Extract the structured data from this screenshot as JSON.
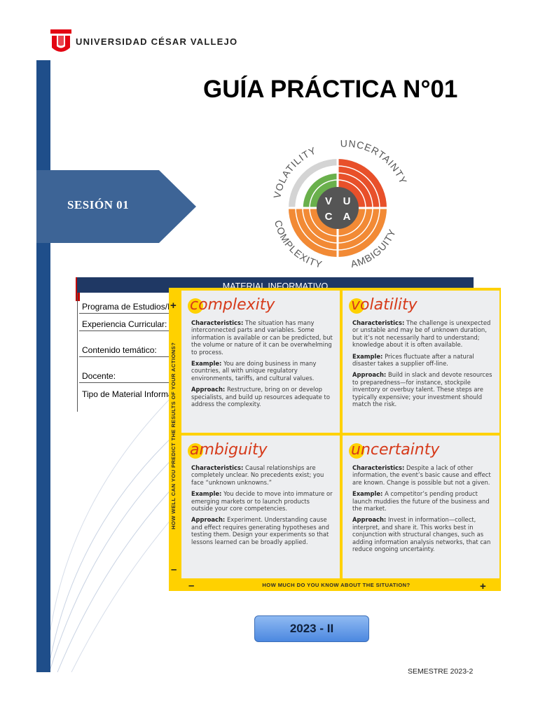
{
  "header": {
    "university": "UNIVERSIDAD CÉSAR VALLEJO",
    "logo_icon": "ucv-logo-icon",
    "logo_color": "#e30613"
  },
  "title": "GUÍA PRÁCTICA N°01",
  "session": {
    "label": "SESIÓN 01",
    "color": "#3d6496"
  },
  "vuca_circle": {
    "letters": {
      "v": "V",
      "u": "U",
      "c": "C",
      "a": "A"
    },
    "labels": {
      "volatility": "VOLATILITY",
      "uncertainty": "UNCERTAINTY",
      "complexity": "COMPLEXITY",
      "ambiguity": "AMBIGUITY"
    },
    "colors": {
      "green": "#6ab04c",
      "red": "#e8502a",
      "orange": "#f28a35",
      "center": "#555555"
    }
  },
  "material": {
    "header": "MATERIAL INFORMATIVO",
    "rows": [
      "Programa de Estudios/P",
      "Experiencia Curricular:",
      "Contenido temático:",
      "Docente:",
      "Tipo de Material Informa"
    ]
  },
  "infographic": {
    "y_axis": "HOW WELL CAN YOU PREDICT THE RESULTS OF YOUR ACTIONS?",
    "x_axis": "HOW MUCH DO YOU KNOW ABOUT THE SITUATION?",
    "plus": "+",
    "minus": "–",
    "quadrants": {
      "complexity": {
        "first": "c",
        "rest": "omplexity",
        "characteristics_label": "Characteristics:",
        "characteristics": " The situation has many interconnected parts and variables. Some information is available or can be predicted, but the volume or nature of it can be overwhelming to process.",
        "example_label": "Example:",
        "example": " You are doing business in many countries, all with unique regulatory environments, tariffs, and cultural values.",
        "approach_label": "Approach:",
        "approach": " Restructure, bring on or develop specialists, and build up resources adequate to address the complexity."
      },
      "volatility": {
        "first": "v",
        "rest": "olatility",
        "characteristics_label": "Characteristics:",
        "characteristics": " The challenge is unexpected or unstable and may be of unknown duration, but it’s not necessarily hard to understand; knowledge about it is often available.",
        "example_label": "Example:",
        "example": " Prices fluctuate after a natural disaster takes a supplier off-line.",
        "approach_label": "Approach:",
        "approach": " Build in slack and devote resources to preparedness—for instance, stockpile inventory or overbuy talent. These steps are typically expensive; your investment should match the risk."
      },
      "ambiguity": {
        "first": "a",
        "rest": "mbiguity",
        "characteristics_label": "Characteristics:",
        "characteristics": " Causal relationships are completely unclear. No precedents exist; you face “unknown unknowns.”",
        "example_label": "Example:",
        "example": " You decide to move into immature or emerging markets or to launch products outside your core competencies.",
        "approach_label": "Approach:",
        "approach": " Experiment. Understanding cause and effect requires generating hypotheses and testing them. Design your experiments so that lessons learned can be broadly applied."
      },
      "uncertainty": {
        "first": "u",
        "rest": "ncertainty",
        "characteristics_label": "Characteristics:",
        "characteristics": " Despite a lack of other information, the event’s basic cause and effect are known. Change is possible but not a given.",
        "example_label": "Example:",
        "example": " A competitor’s pending product launch muddies the future of the business and the market.",
        "approach_label": "Approach:",
        "approach": " Invest in information—collect, interpret, and share it. This works best in conjunction with structural changes, such as adding information analysis networks, that can reduce ongoing uncertainty."
      }
    }
  },
  "year_button": "2023 - II",
  "semester": "SEMESTRE 2023-2"
}
